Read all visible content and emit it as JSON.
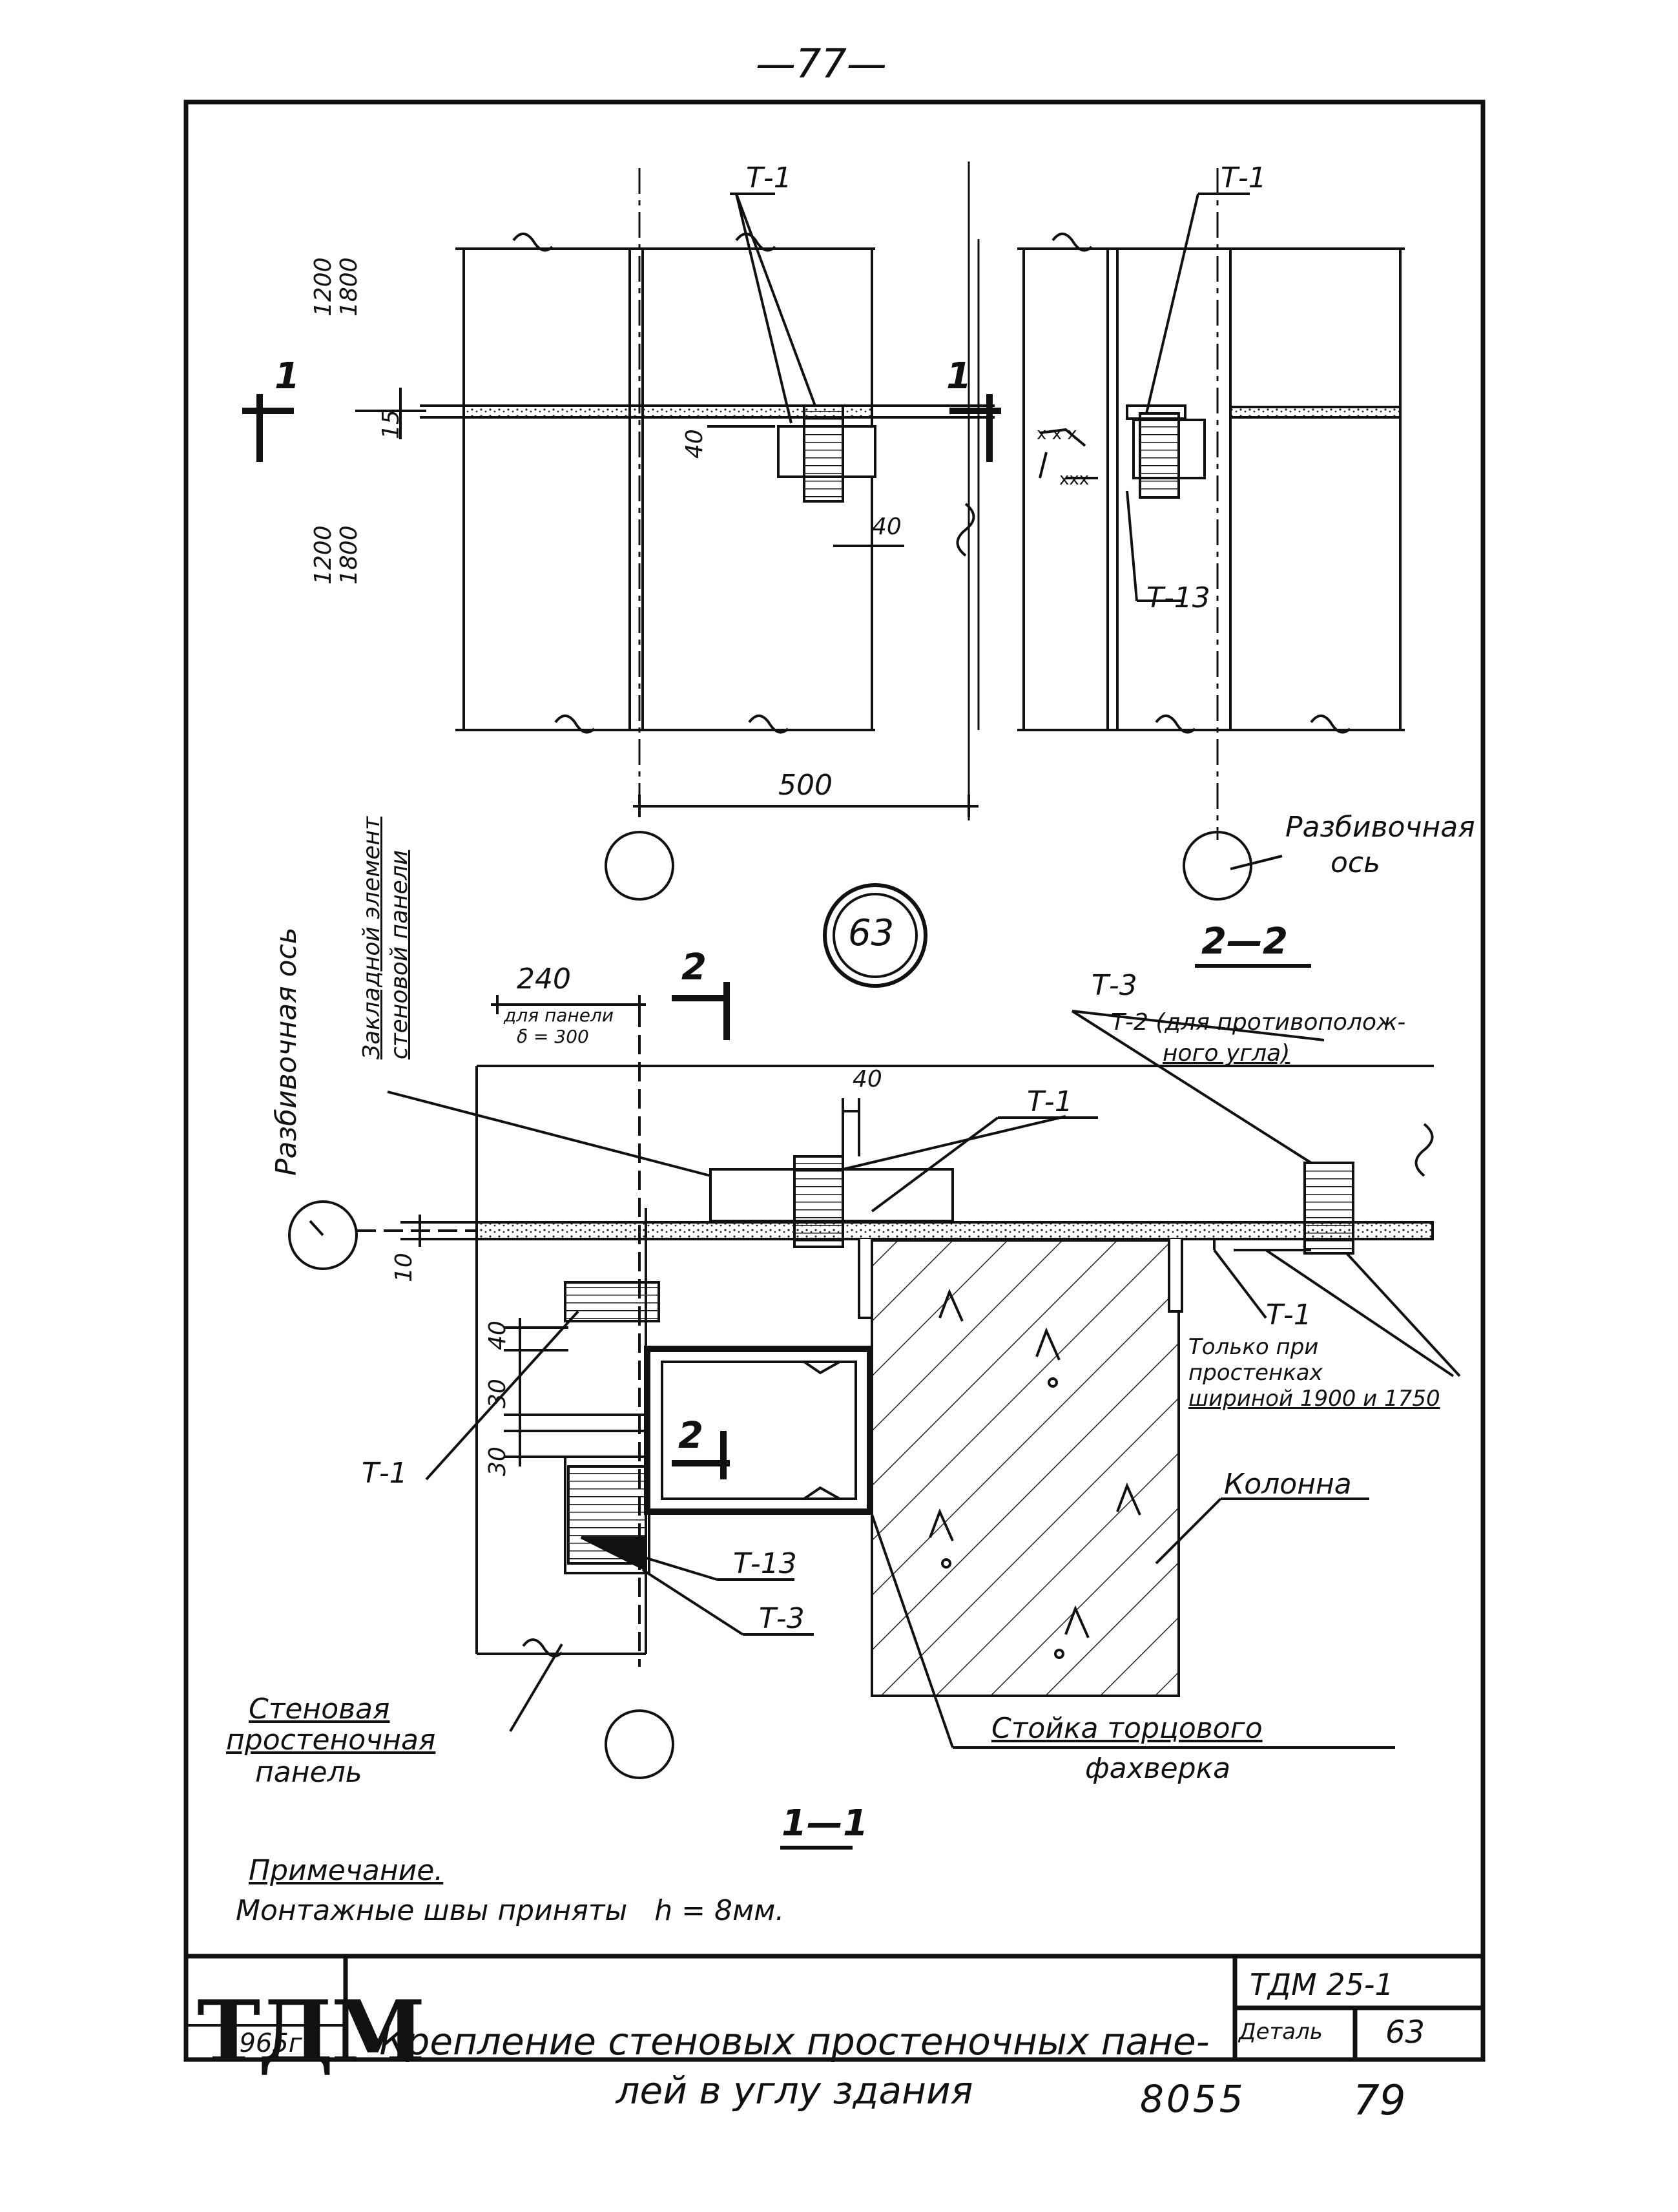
{
  "page_number": "—77—",
  "plan_view": {
    "labels": {
      "t1_left": "Т-1",
      "t1_right": "Т-1",
      "t13": "Т-13",
      "section_1_left": "1",
      "section_1_right": "1",
      "dim_top": [
        "1200",
        "1800"
      ],
      "dim_bottom": [
        "1200",
        "1800"
      ],
      "dim_15": "15",
      "dim_40_v": "40",
      "dim_40_h": "40",
      "dim_500": "500"
    },
    "axis_note": [
      "Разбивочная",
      "ось"
    ],
    "section_title": "2—2"
  },
  "detail_badge": "63",
  "section_view": {
    "labels": {
      "axis_vertical": "Разбивочная ось",
      "embedded_element": [
        "Закладной элемент",
        "стеновой панели"
      ],
      "dim_240": "240",
      "panel_note": [
        "для панели",
        "δ = 300"
      ],
      "section_2_top": "2",
      "section_2_mid": "2",
      "dim_40_top": "40",
      "t1_top": "Т-1",
      "t3_top": "Т-3",
      "t2_note": [
        "Т-2 (для противополож-",
        "ного угла)"
      ],
      "t1_note_title": "Т-1",
      "t1_note": [
        "Только при",
        "простенках",
        "шириной 1900 и 1750"
      ],
      "dim_10": "10",
      "dim_40_left": "40",
      "dim_30_a": "30",
      "dim_30_b": "30",
      "t1_left": "Т-1",
      "t13": "Т-13",
      "t3": "Т-3",
      "column": "Колонна",
      "wall_panel": [
        "Стеновая",
        "простеночная",
        "панель"
      ],
      "post": [
        "Стойка торцового",
        "фахверка"
      ],
      "section_title": "1—1"
    }
  },
  "note": {
    "heading": "Примечание.",
    "text": "Монтажные швы приняты   h = 8мм."
  },
  "title_block": {
    "logo": "ТДМ",
    "year": "1965г",
    "title": "Крепление стеновых простеночных пане- лей в углу здания",
    "code": "ТДМ 25-1",
    "detail_label": "Деталь",
    "detail_number": "63"
  },
  "footer": {
    "archive_number": "8055",
    "sheet_number": "79"
  }
}
